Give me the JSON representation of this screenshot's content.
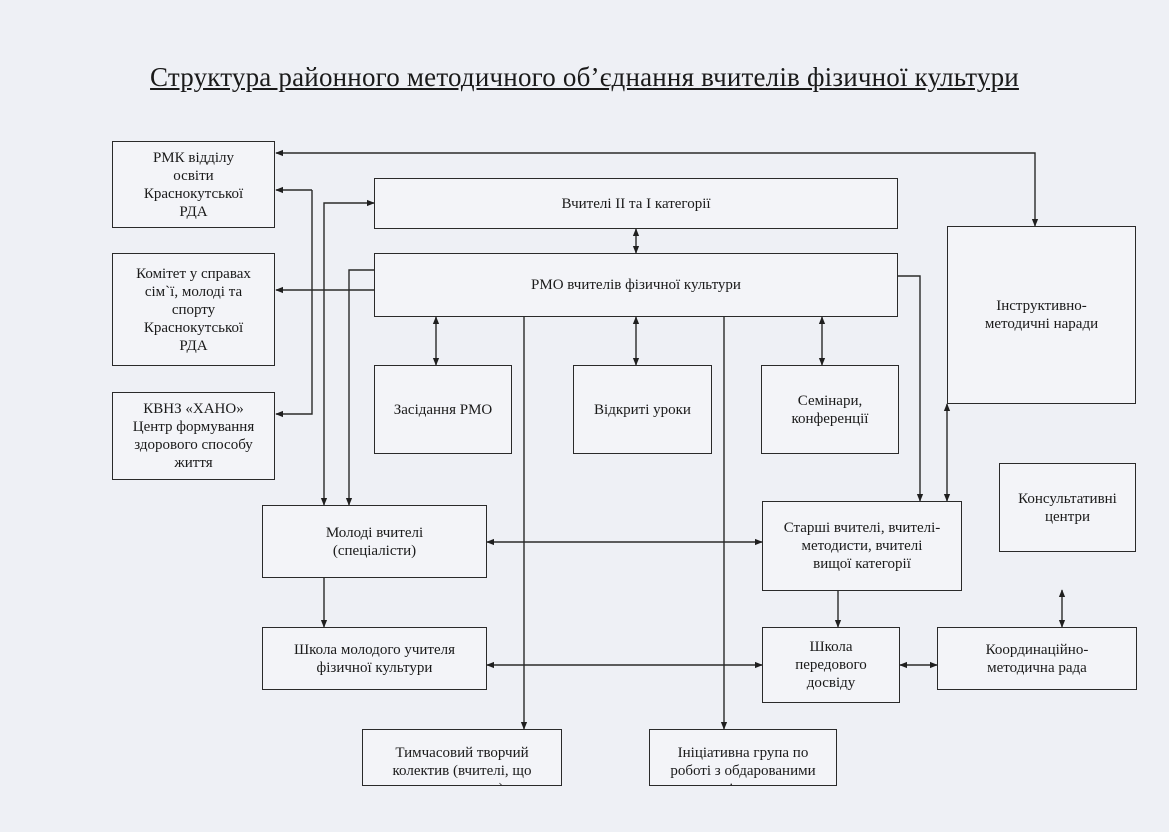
{
  "title": "Структура районного методичного об’єднання вчителів фізичної культури",
  "nodes": {
    "rmk": "РМК  відділу\nосвіти\nКраснокутської\nРДА",
    "komitet": "Комітет у справах\nсім`ї, молоді та\nспорту\nКраснокутської\nРДА",
    "kvnz": "КВНЗ «ХАНО»\nЦентр формування\nздорового способу\nжиття",
    "vchyteli": "Вчителі ІІ та І категорії",
    "rmo": "РМО вчителів фізичної культури",
    "instruktyvno": "Інструктивно-\nметодичні наради",
    "zasidannia": "Засідання РМО",
    "vidkryti": "Відкриті уроки",
    "seminary": "Семінари,\nконференції",
    "molodi": "Молоді вчителі\n(спеціалісти)",
    "starshi": "Старші вчителі, вчителі-\nметодисти, вчителі\nвищої категорії",
    "konsult": "Консультативні\nцентри",
    "shkola_molodoho": "Школа молодого учителя\nфізичної культури",
    "shkola_peredovoho": "Школа\nпередового\nдосвіду",
    "koordyn": "Координаційно-\nметодична рада",
    "tymchasovyi": "Тимчасовий творчий\nколектив (вчителі, що\nатестуються)",
    "initsiatyvna": "Ініціативна група по\nроботі з обдарованими\nдітьми"
  }
}
